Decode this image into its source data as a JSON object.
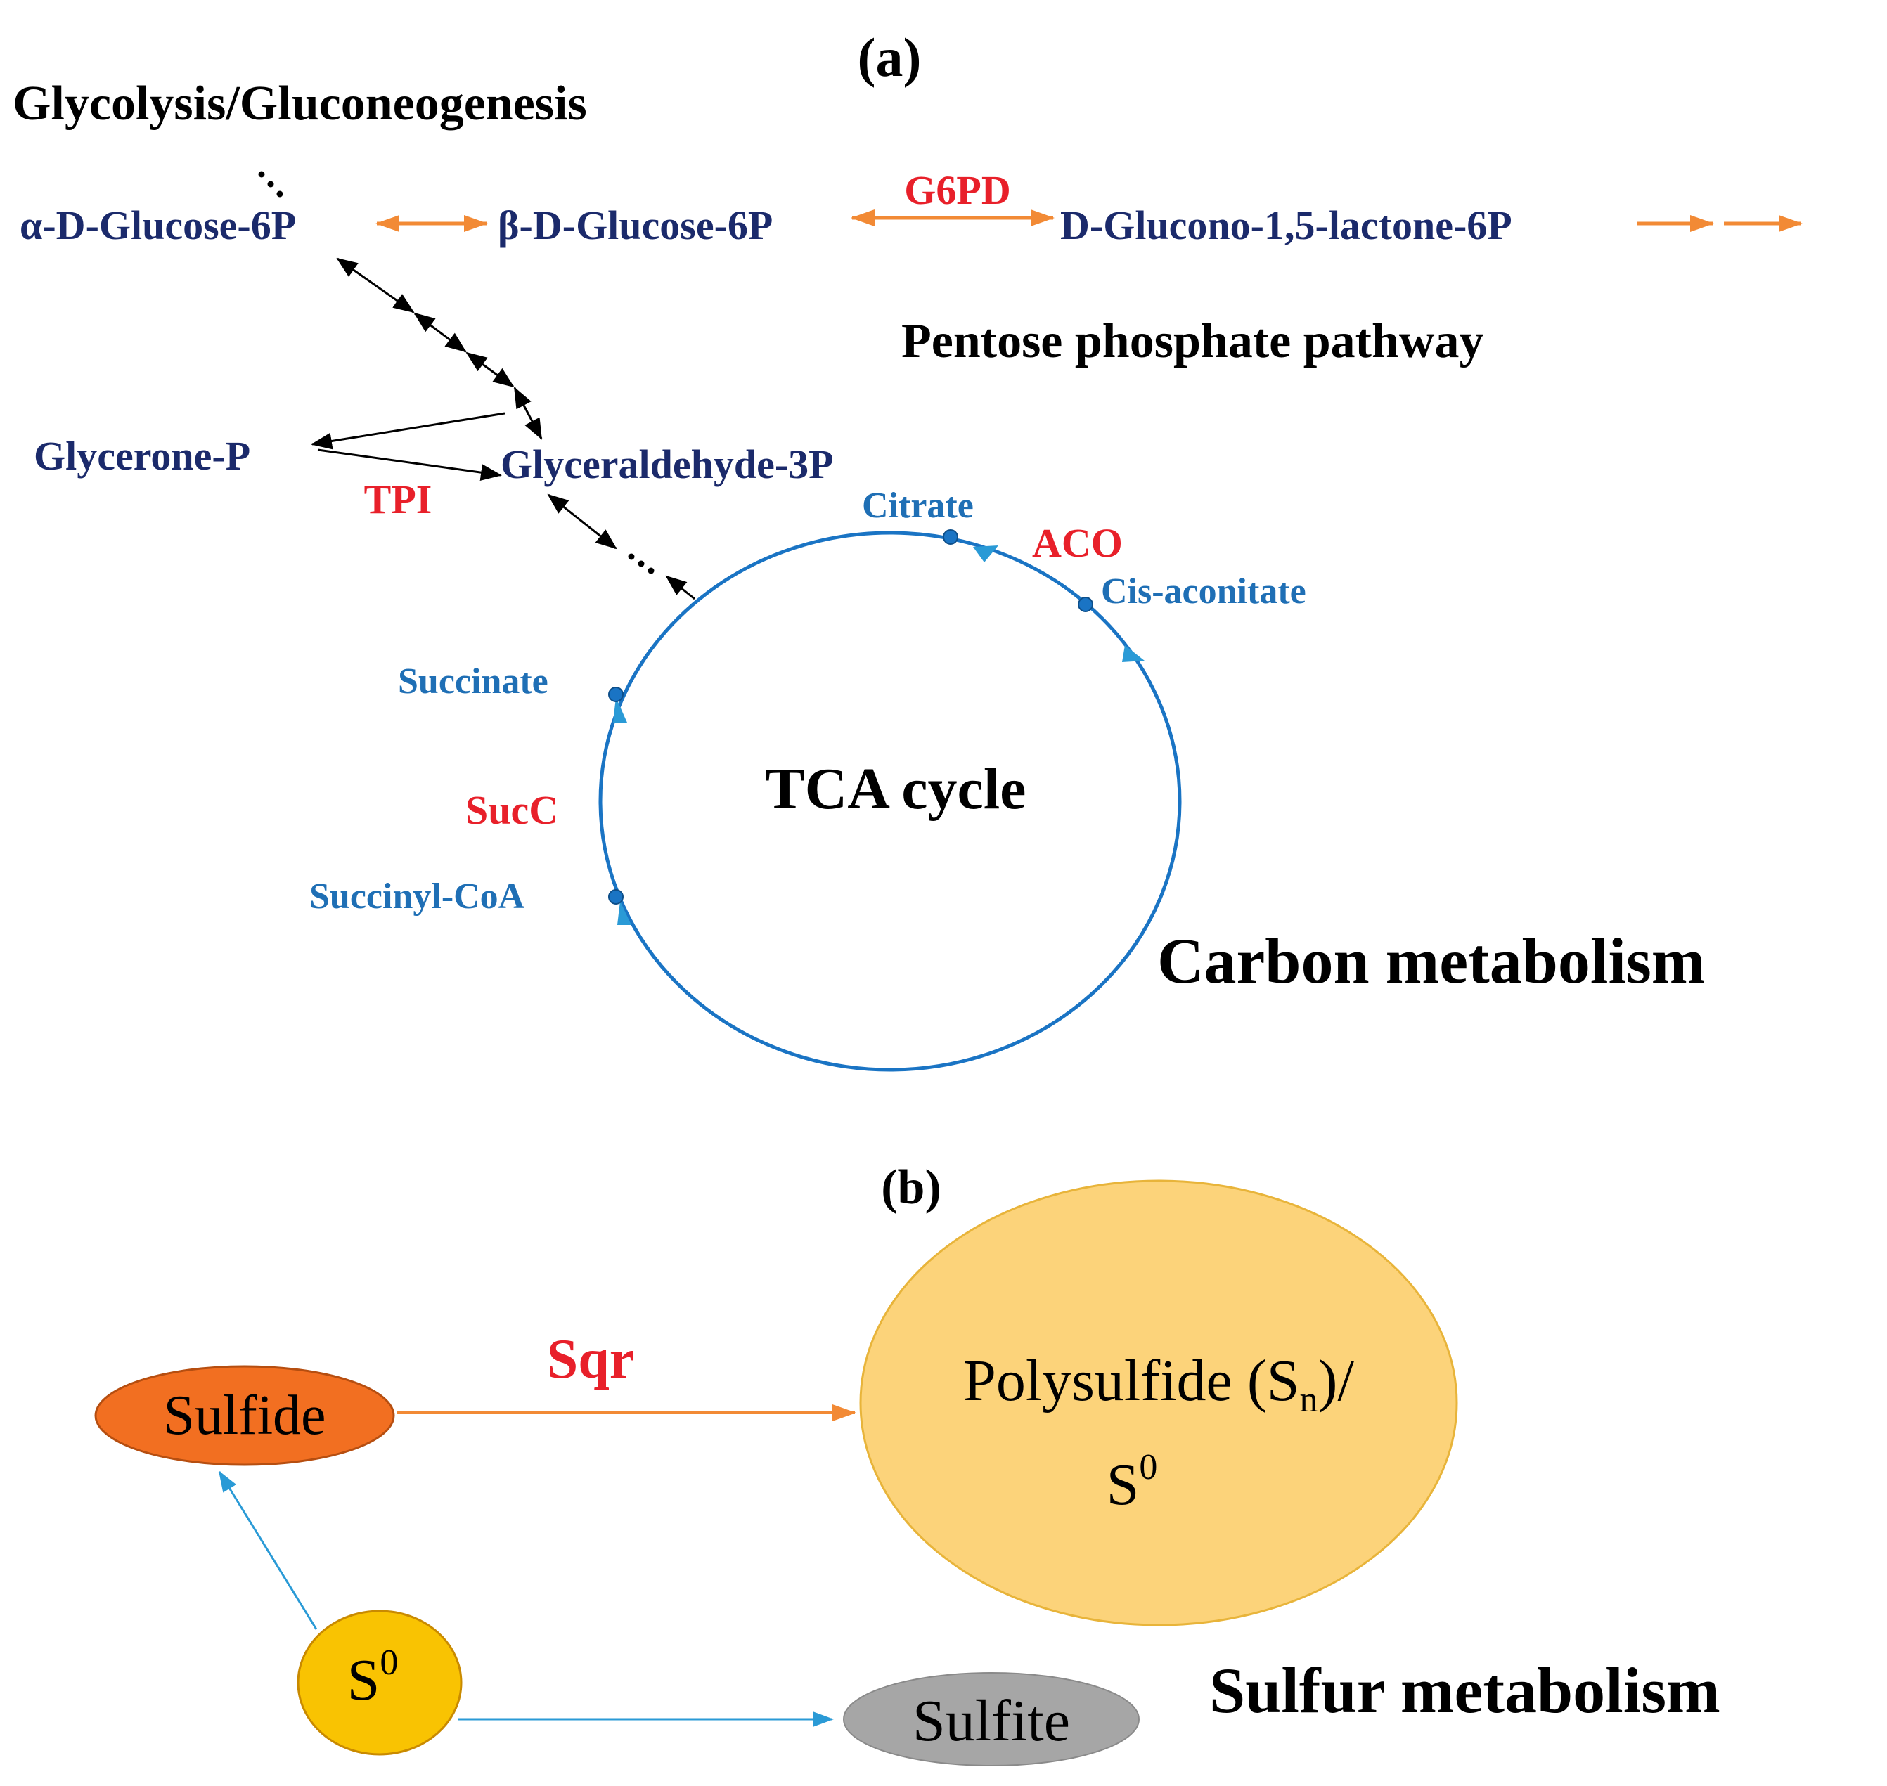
{
  "panel_a": {
    "label": "(a)",
    "glycolysis_title": "Glycolysis/Gluconeogenesis",
    "alpha_glucose": "α-D-Glucose-6P",
    "beta_glucose": "β-D-Glucose-6P",
    "glucono_lactone": "D-Glucono-1,5-lactone-6P",
    "ppp_title": "Pentose phosphate pathway",
    "glycerone": "Glycerone-P",
    "glyceraldehyde": "Glyceraldehyde-3P",
    "citrate": "Citrate",
    "cis_aconitate": "Cis-aconitate",
    "succinate": "Succinate",
    "succinyl_coa": "Succinyl-CoA",
    "tca_cycle": "TCA cycle",
    "carbon_title": "Carbon metabolism",
    "enzymes": {
      "g6pd": "G6PD",
      "tpi": "TPI",
      "aco": "ACO",
      "succ": "SucC"
    }
  },
  "panel_b": {
    "label": "(b)",
    "sulfide": "Sulfide",
    "polysulfide_main": "Polysulfide (S",
    "polysulfide_sub": "n",
    "polysulfide_tail": ")/",
    "s0_base": "S",
    "s0_sup": "0",
    "sulfite": "Sulfite",
    "enzyme_sqr": "Sqr",
    "sulfur_title": "Sulfur metabolism"
  },
  "colors": {
    "navy": "#1b2a6b",
    "blue": "#1f6fb5",
    "cycle_blue": "#1a74c4",
    "red": "#e8202a",
    "orange": "#f28a35",
    "sulfide_fill": "#f26f21",
    "poly_fill": "#fcd37a",
    "s0_fill": "#f9c302",
    "sulfite_fill": "#a6a6a6",
    "arrow_blue": "#2a9ad6"
  }
}
